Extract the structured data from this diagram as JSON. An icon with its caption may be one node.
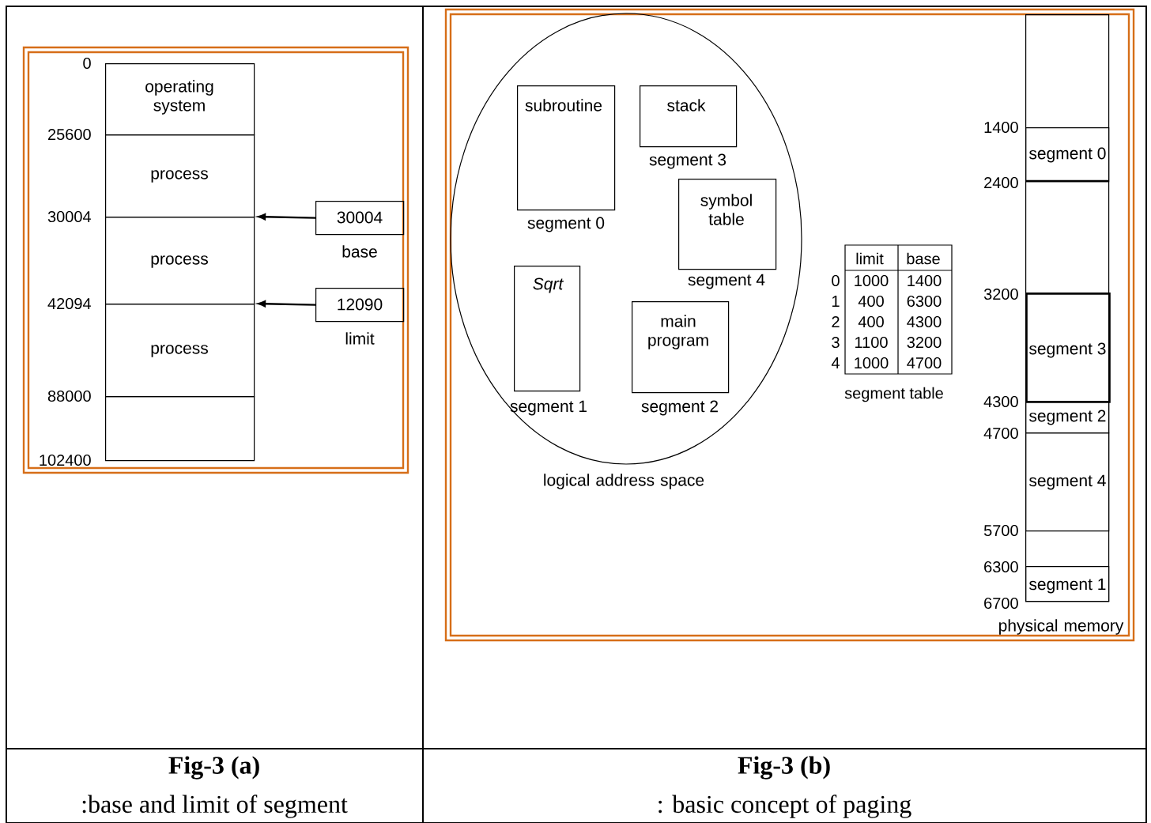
{
  "diagram": {
    "nodes": [
      {
        "text": [
          "operating system"
        ]
      },
      {
        "text": [
          "process"
        ]
      },
      {
        "text": [
          "process"
        ]
      },
      {
        "text": [
          "process"
        ]
      },
      {
        "text": [],
        "shape": "box"
      },
      {
        "text": [
          "30004"
        ],
        "beside": [
          "base"
        ]
      },
      {
        "text": [
          "12090"
        ],
        "beside": [
          "limit"
        ]
      },
      {
        "text": [
          "logical address space"
        ]
      },
      {
        "text": [
          "subroutine"
        ],
        "beside": [
          "segment 0"
        ],
        "in": 7
      },
      {
        "text": [
          "stack"
        ],
        "beside": [
          "segment 3"
        ],
        "in": 7
      },
      {
        "text": [
          "symbol table"
        ],
        "beside": [
          "segment 4"
        ],
        "in": 7
      },
      {
        "text": [
          "Sqrt"
        ],
        "beside": [
          "segment 1"
        ],
        "in": 7
      },
      {
        "text": [
          "main program"
        ],
        "beside": [
          "segment 2"
        ],
        "in": 7
      },
      {
        "text": [
          "physical memory"
        ]
      },
      {
        "text": [
          "segment 0"
        ],
        "in": 13
      },
      {
        "text": [
          "segment 3"
        ],
        "in": 13
      },
      {
        "text": [
          "segment 2"
        ],
        "in": 13
      },
      {
        "text": [
          "segment 4"
        ],
        "in": 13
      },
      {
        "text": [
          "segment 1"
        ],
        "in": 13
      }
    ],
    "edges": [
      {
        "from": 5,
        "to": 2,
        "arrow": "to"
      },
      {
        "from": 6,
        "to": 3,
        "arrow": "to"
      }
    ],
    "labels": [
      "0",
      "25600",
      "30004",
      "42094",
      "88000",
      "102400",
      "limit",
      "base",
      "0",
      "1000",
      "1400",
      "1",
      "400",
      "6300",
      "2",
      "400",
      "4300",
      "3",
      "1100",
      "3200",
      "4",
      "1000",
      "4700",
      "segment table",
      "1400",
      "2400",
      "3200",
      "4300",
      "4700",
      "5700",
      "6300",
      "6700",
      "Fig-3 (a)",
      ":base and limit of segment",
      "Fig-3 (b)",
      ": basic concept of paging"
    ]
  }
}
